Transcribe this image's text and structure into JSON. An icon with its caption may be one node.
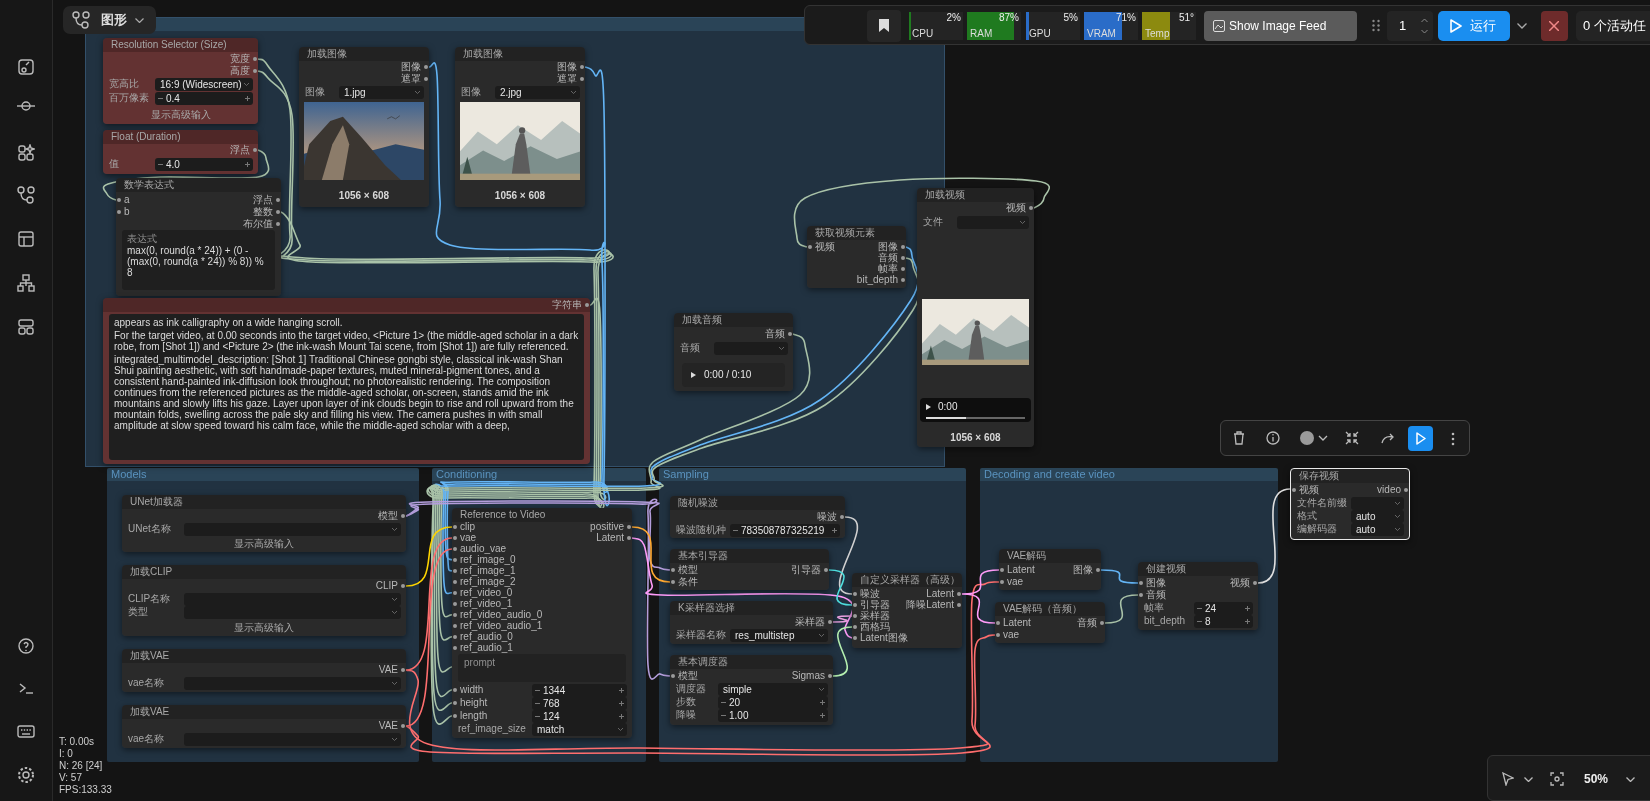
{
  "diagram": {
    "nodes": [
      {
        "text": [],
        "shape": "box"
      },
      {
        "text": [
          "Resolution Selector (Size)",
          "宽度",
          "高度",
          "宽高比",
          "16:9 (Widescreen)",
          "百万像素",
          "0.4",
          "显示高级输入"
        ],
        "in": 0
      },
      {
        "text": [
          "Float (Duration)",
          "浮点",
          "值",
          "4.0"
        ],
        "in": 0
      },
      {
        "text": [
          "数学表达式",
          "a",
          "浮点",
          "b",
          "整数",
          "布尔值",
          "表达式",
          "max(0, round(a * 24)) + (0 - (max(0, round(a * 24)) % 8)) % 8"
        ],
        "in": 0
      },
      {
        "text": [
          "字符串",
          "appears as ink calligraphy on a wide hanging scroll.",
          "For the target video, at 0.00 seconds into the target video, <Picture 1> (the middle-aged scholar in a dark robe, from [Shot 1]) and <Picture 2> (the ink-wash Mount Tai scene, from [Shot 1]) are fully referenced.",
          "integrated_multimodel_description: [Shot 1] Traditional Chinese gongbi style, classical ink-wash Shan Shui painting aesthetic, with soft handmade-paper textures, muted mineral-pigment tones, and a consistent hand-painted ink-diffusion look throughout; no photorealistic rendering. The composition continues from the referenced pictures as the middle-aged scholar, on-screen, stands amid the ink mountains and slowly lifts his gaze. Layer upon layer of ink clouds begin to rise and roll upward from the mountain folds, swelling across the pale sky and filling his view. The camera pushes in with small amplitude at slow speed toward his calm face, while the middle-aged scholar with a deep,"
        ],
        "in": 0
      },
      {
        "text": [
          "加载图像",
          "图像",
          "遮罩",
          "图像",
          "1.jpg",
          "1056 × 608"
        ],
        "in": 0
      },
      {
        "text": [
          "加载图像",
          "图像",
          "遮罩",
          "图像",
          "2.jpg",
          "1056 × 608"
        ],
        "in": 0
      },
      {
        "text": [
          "加载音频",
          "音频",
          "音频",
          "0:00 / 0:10"
        ],
        "in": 0
      },
      {
        "text": [
          "获取视频元素",
          "视频",
          "图像",
          "音频",
          "帧率",
          "bit_depth"
        ],
        "in": 0
      },
      {
        "text": [
          "加载视频",
          "视频",
          "文件",
          "0:00",
          "1056 × 608"
        ]
      },
      {
        "text": [
          "保存视频",
          "视频",
          "video",
          "文件名前缀",
          "格式",
          "auto",
          "编解码器",
          "auto"
        ]
      },
      {
        "text": [
          "Models"
        ]
      },
      {
        "text": [
          "UNet加载器",
          "模型",
          "UNet名称",
          "显示高级输入"
        ],
        "in": 11
      },
      {
        "text": [
          "加载CLIP",
          "CLIP",
          "CLIP名称",
          "类型",
          "显示高级输入"
        ],
        "in": 11
      },
      {
        "text": [
          "加载VAE",
          "VAE",
          "vae名称"
        ],
        "in": 11
      },
      {
        "text": [
          "加载VAE",
          "VAE",
          "vae名称"
        ],
        "in": 11
      },
      {
        "text": [
          "Conditioning"
        ]
      },
      {
        "text": [
          "Reference to Video",
          "clip",
          "positive",
          "vae",
          "Latent",
          "audio_vae",
          "ref_image_0",
          "ref_image_1",
          "ref_image_2",
          "ref_video_0",
          "ref_video_1",
          "ref_video_audio_0",
          "ref_video_audio_1",
          "ref_audio_0",
          "ref_audio_1",
          "prompt",
          "width",
          "1344",
          "height",
          "768",
          "length",
          "124",
          "ref_image_size",
          "match"
        ],
        "in": 16
      },
      {
        "text": [
          "Sampling"
        ]
      },
      {
        "text": [
          "随机噪波",
          "噪波",
          "噪波随机种",
          "783508787325219"
        ],
        "in": 18
      },
      {
        "text": [
          "基本引导器",
          "模型",
          "引导器",
          "条件"
        ],
        "in": 18
      },
      {
        "text": [
          "K采样器选择",
          "采样器",
          "采样器名称",
          "res_multistep"
        ],
        "in": 18
      },
      {
        "text": [
          "基本调度器",
          "模型",
          "Sigmas",
          "调度器",
          "simple",
          "步数",
          "20",
          "降噪",
          "1.00"
        ],
        "in": 18
      },
      {
        "text": [
          "自定义采样器（高级）",
          "噪波",
          "Latent",
          "引导器",
          "降噪Latent",
          "采样器",
          "西格玛",
          "Latent图像"
        ],
        "in": 18
      },
      {
        "text": [
          "Decoding and create video"
        ]
      },
      {
        "text": [
          "VAE解码",
          "Latent",
          "图像",
          "vae"
        ],
        "in": 24
      },
      {
        "text": [
          "VAE解码（音频）",
          "Latent",
          "音频",
          "vae"
        ],
        "in": 24
      },
      {
        "text": [
          "创建视频",
          "图像",
          "视频",
          "音频",
          "帧率",
          "24",
          "bit_depth",
          "8"
        ],
        "in": 24
      }
    ],
    "edges": [
      {
        "from": 1,
        "to": 17,
        "arrow": "none",
        "color": "#a9c2a8"
      },
      {
        "from": 1,
        "to": 17,
        "arrow": "none",
        "color": "#a9c2a8"
      },
      {
        "from": 2,
        "to": 3,
        "arrow": "none",
        "color": "#a9c2a8"
      },
      {
        "from": 3,
        "to": 17,
        "arrow": "none",
        "color": "#a9c2a8"
      },
      {
        "from": 4,
        "to": 17,
        "arrow": "none",
        "color": "#a9c2a8"
      },
      {
        "from": 5,
        "to": 17,
        "arrow": "none",
        "color": "#64b5f6"
      },
      {
        "from": 6,
        "to": 17,
        "arrow": "none",
        "color": "#64b5f6"
      },
      {
        "from": 7,
        "to": 17,
        "arrow": "none",
        "color": "#a9c2a8"
      },
      {
        "from": 8,
        "to": 17,
        "arrow": "none",
        "color": "#64b5f6"
      },
      {
        "from": 8,
        "to": 17,
        "arrow": "none",
        "color": "#a9c2a8"
      },
      {
        "from": 9,
        "to": 8,
        "arrow": "none",
        "color": "#a9c2a8"
      },
      {
        "from": 12,
        "to": 20,
        "arrow": "none",
        "color": "#b39ddb"
      },
      {
        "from": 12,
        "to": 22,
        "arrow": "none",
        "color": "#b39ddb"
      },
      {
        "from": 13,
        "to": 17,
        "arrow": "none",
        "color": "#ffd500"
      },
      {
        "from": 14,
        "to": 17,
        "arrow": "none",
        "color": "#ff6e6e"
      },
      {
        "from": 14,
        "to": 25,
        "arrow": "none",
        "color": "#ff6e6e"
      },
      {
        "from": 15,
        "to": 17,
        "arrow": "none",
        "color": "#ff6e6e"
      },
      {
        "from": 15,
        "to": 26,
        "arrow": "none",
        "color": "#ff6e6e"
      },
      {
        "from": 17,
        "to": 20,
        "arrow": "none",
        "color": "#ffa931"
      },
      {
        "from": 17,
        "to": 23,
        "arrow": "none",
        "color": "#ff9cf9"
      },
      {
        "from": 19,
        "to": 23,
        "arrow": "none",
        "color": "#d0d0d0"
      },
      {
        "from": 20,
        "to": 23,
        "arrow": "none",
        "color": "#4fe0e0"
      },
      {
        "from": 21,
        "to": 23,
        "arrow": "none",
        "color": "#e9a0e0"
      },
      {
        "from": 22,
        "to": 23,
        "arrow": "none",
        "color": "#b5f0b0"
      },
      {
        "from": 23,
        "to": 25,
        "arrow": "none",
        "color": "#ff9cf9"
      },
      {
        "from": 23,
        "to": 26,
        "arrow": "none",
        "color": "#ff9cf9"
      },
      {
        "from": 25,
        "to": 27,
        "arrow": "none",
        "color": "#64b5f6"
      },
      {
        "from": 26,
        "to": 27,
        "arrow": "none",
        "color": "#a9c2a8"
      },
      {
        "from": 27,
        "to": 10,
        "arrow": "none",
        "color": "#e0e0e0"
      }
    ],
    "labels": [
      "图形",
      "CPU",
      "2%",
      "RAM",
      "87%",
      "GPU",
      "5%",
      "VRAM",
      "71%",
      "Temp",
      "51°",
      "Show Image Feed",
      "1",
      "运行",
      "0 个活动任",
      "T: 0.00s",
      "I: 0",
      "N: 26 [24]",
      "V: 57",
      "FPS:133.33",
      "50%"
    ]
  }
}
